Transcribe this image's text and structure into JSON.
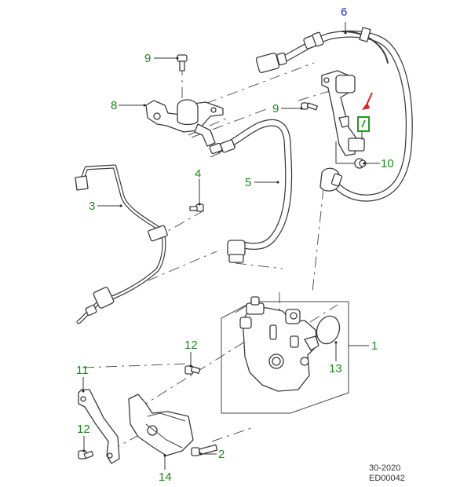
{
  "diagram": {
    "title": "Fuel pump and fuel lines exploded view",
    "callouts": [
      {
        "id": "1",
        "label": "1",
        "part": "fuel-injection-pump"
      },
      {
        "id": "2",
        "label": "2",
        "part": "pump-bolt"
      },
      {
        "id": "3",
        "label": "3",
        "part": "fuel-pipe"
      },
      {
        "id": "4",
        "label": "4",
        "part": "pipe-clip-bolt"
      },
      {
        "id": "5",
        "label": "5",
        "part": "fuel-return-hose"
      },
      {
        "id": "6",
        "label": "6",
        "part": "fuel-feed-hose"
      },
      {
        "id": "8",
        "label": "8",
        "part": "hose-bracket"
      },
      {
        "id": "9a",
        "label": "9",
        "part": "bracket-bolt"
      },
      {
        "id": "9b",
        "label": "9",
        "part": "bracket-bolt"
      },
      {
        "id": "10",
        "label": "10",
        "part": "sensor-bolt"
      },
      {
        "id": "11",
        "label": "11",
        "part": "support-bracket"
      },
      {
        "id": "12a",
        "label": "12",
        "part": "bracket-bolt"
      },
      {
        "id": "12b",
        "label": "12",
        "part": "bracket-bolt"
      },
      {
        "id": "13",
        "label": "13",
        "part": "o-ring"
      },
      {
        "id": "14",
        "label": "14",
        "part": "pump-heat-shield"
      }
    ],
    "highlighted_part": {
      "label": "7",
      "indicator": "red-arrow"
    },
    "colors": {
      "callout_text": "#1a8a1a",
      "callout_text_highlight": "#1a2fd6",
      "highlight_box": "#1e9a1e",
      "arrow": "#e02020",
      "linework": "#3a3a3a"
    },
    "reference": {
      "section": "30-2020",
      "drawing_id": "ED00042"
    }
  }
}
